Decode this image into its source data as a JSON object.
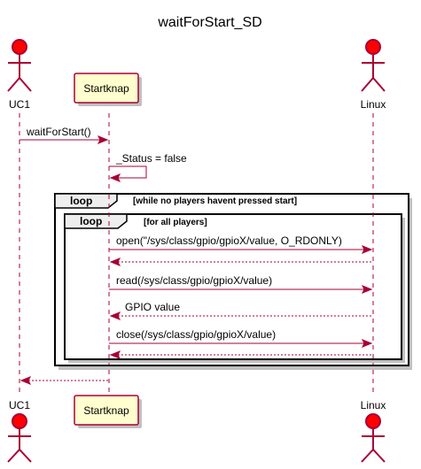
{
  "title": "waitForStart_SD",
  "participants": {
    "uc1": {
      "label": "UC1",
      "kind": "actor"
    },
    "startknap": {
      "label": "Startknap",
      "kind": "participant"
    },
    "linux": {
      "label": "Linux",
      "kind": "actor"
    }
  },
  "frames": {
    "outer": {
      "keyword": "loop",
      "condition": "[while no players havent pressed start]"
    },
    "inner": {
      "keyword": "loop",
      "condition": "[for all players]"
    }
  },
  "messages": [
    {
      "from": "UC1",
      "to": "Startknap",
      "label": "waitForStart()",
      "style": "solid"
    },
    {
      "from": "Startknap",
      "to": "Startknap",
      "label": "_Status = false",
      "style": "solid"
    },
    {
      "from": "Startknap",
      "to": "Linux",
      "label": "open(\"/sys/class/gpio/gpioX/value, O_RDONLY)",
      "style": "solid"
    },
    {
      "from": "Linux",
      "to": "Startknap",
      "label": "",
      "style": "dashed"
    },
    {
      "from": "Startknap",
      "to": "Linux",
      "label": "read(/sys/class/gpio/gpioX/value)",
      "style": "solid"
    },
    {
      "from": "Linux",
      "to": "Startknap",
      "label": "GPIO value",
      "style": "dashed"
    },
    {
      "from": "Startknap",
      "to": "Linux",
      "label": "close(/sys/class/gpio/gpioX/value)",
      "style": "solid"
    },
    {
      "from": "Linux",
      "to": "Startknap",
      "label": "",
      "style": "dashed"
    },
    {
      "from": "Startknap",
      "to": "UC1",
      "label": "",
      "style": "dashed"
    }
  ],
  "colors": {
    "line": "#a80036",
    "participant_fill": "#fefece",
    "actor_head": "#ff0000",
    "frame_tab": "#eeeeee"
  }
}
